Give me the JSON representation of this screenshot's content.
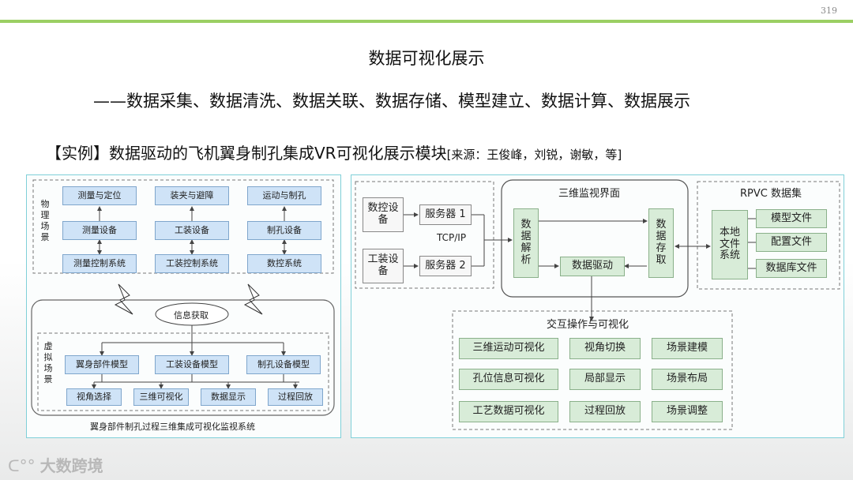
{
  "page_number": "319",
  "title": "数据可视化展示",
  "subtitle": "——数据采集、数据清洗、数据关联、数据存储、模型建立、数据计算、数据展示",
  "example": {
    "main": "【实例】数据驱动的飞机翼身制孔集成VR可视化展示模块",
    "source": "[来源：王俊峰，刘锐，谢敏，等]"
  },
  "left_diagram": {
    "physical_scene_label": "物理场景",
    "virtual_scene_label": "虚拟场景",
    "top_boxes": [
      "测量与定位",
      "装夹与避障",
      "运动与制孔"
    ],
    "mid_boxes": [
      "测量设备",
      "工装设备",
      "制孔设备"
    ],
    "bottom_boxes": [
      "测量控制系统",
      "工装控制系统",
      "数控系统"
    ],
    "info_node": "信息获取",
    "model_boxes": [
      "翼身部件模型",
      "工装设备模型",
      "制孔设备模型"
    ],
    "view_boxes": [
      "视角选择",
      "三维可视化",
      "数据显示",
      "过程回放"
    ],
    "caption": "翼身部件制孔过程三维集成可视化监视系统"
  },
  "right_diagram": {
    "devices": [
      "数控设备",
      "工装设备"
    ],
    "servers": [
      "服务器 1",
      "服务器 2"
    ],
    "protocol": "TCP/IP",
    "monitor_title": "三维监视界面",
    "parse": "数据解析",
    "store": "数据存取",
    "drive": "数据驱动",
    "rpvc_title": "RPVC 数据集",
    "local_files": "本地文件系统",
    "files": [
      "模型文件",
      "配置文件",
      "数据库文件"
    ],
    "interact_title": "交互操作与可视化",
    "grid": [
      [
        "三维运动可视化",
        "视角切换",
        "场景建模"
      ],
      [
        "孔位信息可视化",
        "局部显示",
        "场景布局"
      ],
      [
        "工艺数据可视化",
        "过程回放",
        "场景调整"
      ]
    ]
  },
  "watermark": "大数跨境",
  "colors": {
    "accent_line": "#9bcf63",
    "panel_border": "#7fd0d8",
    "blue_box": "#cfe3f7",
    "green_box": "#d8ecd8"
  }
}
